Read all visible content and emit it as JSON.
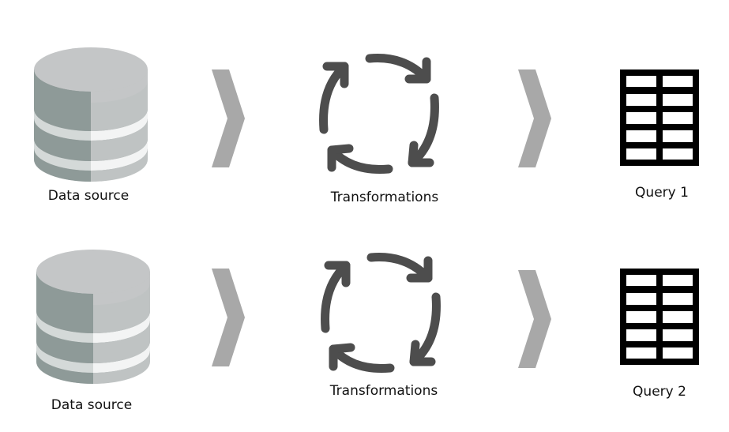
{
  "rows": [
    {
      "source_label": "Data source",
      "transform_label": "Transformations",
      "query_label": "Query 1"
    },
    {
      "source_label": "Data source",
      "transform_label": "Transformations",
      "query_label": "Query 2"
    }
  ],
  "colors": {
    "cylinder_top": "#c4c6c7",
    "cylinder_left": "#8e9a98",
    "cylinder_right": "#bfc3c3",
    "cylinder_band": "#f3f4f4",
    "chevron": "#a8a8a8",
    "cycle_arrows": "#4d4d4d",
    "table_icon": "#000000"
  },
  "icons": [
    "database-icon",
    "chevron-right-icon",
    "refresh-cycle-icon",
    "table-grid-icon"
  ]
}
